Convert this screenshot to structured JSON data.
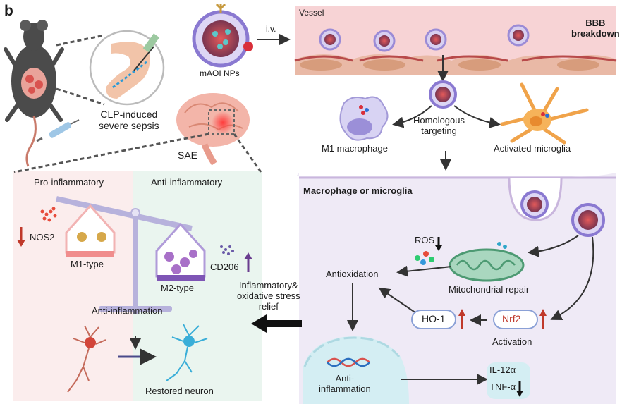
{
  "panel_letter": "b",
  "colors": {
    "vessel": "#f5cccf",
    "vessel_edge": "#d98a8f",
    "pro_panel": "#fbeded",
    "anti_panel": "#eaf5ef",
    "cell_panel": "#efeaf6",
    "arrow_red": "#c0392b",
    "arrow_purple": "#6a3d8f",
    "text_red": "#c0392b"
  },
  "top": {
    "clp_label": "CLP-induced\nsevere sepsis",
    "sae_label": "SAE",
    "nps_label": "mAOI NPs",
    "iv_label": "i.v.",
    "vessel_label": "Vessel",
    "bbb_label": "BBB\nbreakdown",
    "targeting_label": "Homologous\ntargeting",
    "m1_macrophage_label": "M1 macrophage",
    "microglia_label": "Activated microglia"
  },
  "left": {
    "pro_title": "Pro-inflammatory",
    "anti_title": "Anti-inflammatory",
    "nos2_label": "NOS2",
    "cd206_label": "CD206",
    "m1_type_label": "M1-type",
    "m2_type_label": "M2-type",
    "anti_inflammation_label": "Anti-inflammation",
    "restored_neuron_label": "Restored neuron"
  },
  "middle": {
    "relief_label": "Inflammatory&\noxidative stress\nrelief"
  },
  "right": {
    "cell_title": "Macrophage or microglia",
    "ros_label": "ROS",
    "antioxidation_label": "Antioxidation",
    "mito_label": "Mitochondrial repair",
    "ho1_label": "HO-1",
    "nrf2_label": "Nrf2",
    "activation_label": "Activation",
    "nucleus_label": "Anti-\ninflammation",
    "il12_label": "IL-12α",
    "tnf_label": "TNF-α"
  }
}
